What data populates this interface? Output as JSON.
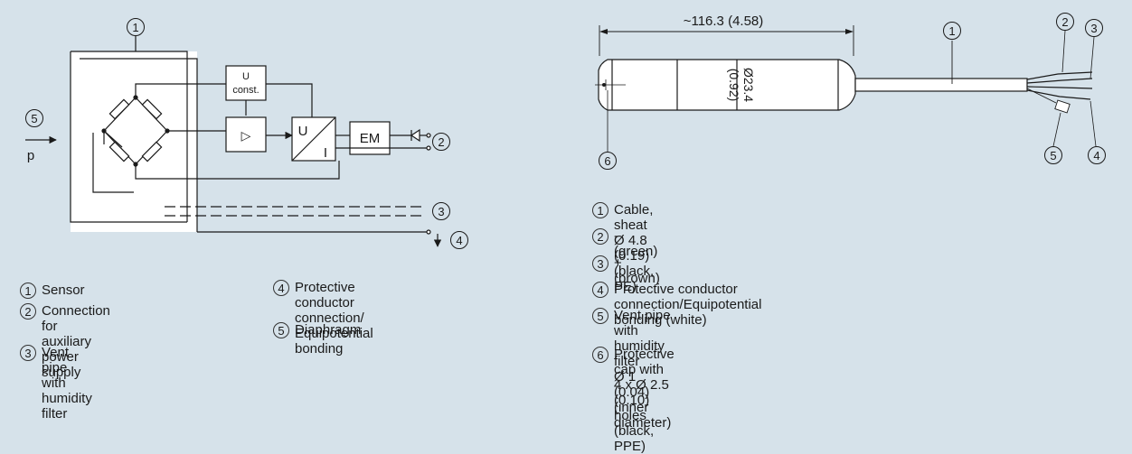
{
  "left_diagram": {
    "circuit_labels": {
      "u_const_top": "U",
      "u_const_bottom": "const.",
      "amp_symbol": "▷",
      "ui_u": "U",
      "ui_i": "I",
      "em": "EM",
      "pressure": "p"
    },
    "callouts": {
      "c1": "1",
      "c2": "2",
      "c3": "3",
      "c4": "4",
      "c5": "5"
    },
    "legend": [
      {
        "num": "1",
        "text": "Sensor"
      },
      {
        "num": "2",
        "text": "Connection for auxiliary\npower supply"
      },
      {
        "num": "3",
        "text": "Vent pipe with humidity filter"
      },
      {
        "num": "4",
        "text": "Protective conductor connection/\nEquipotential bonding"
      },
      {
        "num": "5",
        "text": "Diaphragm"
      }
    ]
  },
  "right_diagram": {
    "dimension_length": "~116.3 (4.58)",
    "dimension_diameter_top": "Ø23.4",
    "dimension_diameter_bottom": "(0.92)",
    "callouts": {
      "c1": "1",
      "c2": "2",
      "c3": "3",
      "c4": "4",
      "c5": "5",
      "c6": "6"
    },
    "legend": [
      {
        "num": "1",
        "text": "Cable, sheat Ø 4.8 (0.19) (black, PE)"
      },
      {
        "num": "2",
        "text": "- (green)"
      },
      {
        "num": "3",
        "text": "+ (brown)"
      },
      {
        "num": "4",
        "text": "Protective conductor connection/Equipotential bonding (white)"
      },
      {
        "num": "5",
        "text": "Vent pipe with humidity filter\nØ 1 (0.04) (inner diameter)"
      },
      {
        "num": "6",
        "text": "Protective cap with 4 x Ø 2.5 (0.10) holes (black, PPE)"
      }
    ]
  },
  "colors": {
    "background": "#d6e2ea",
    "line": "#1a1a1a",
    "sensor_fill": "#ffffff"
  }
}
